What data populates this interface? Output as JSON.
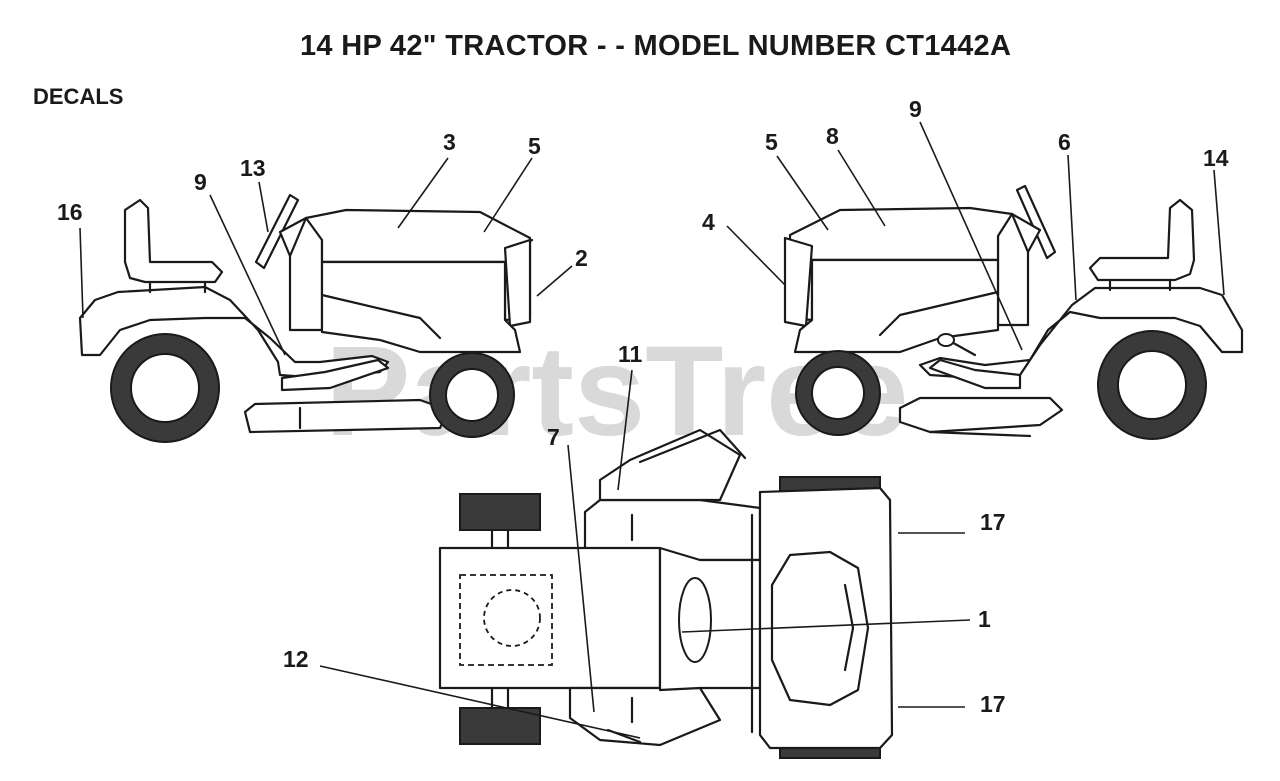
{
  "title": "14 HP 42\" TRACTOR - - MODEL NUMBER CT1442A",
  "section": "DECALS",
  "watermark": "PartsTree",
  "callouts": {
    "left_view": [
      "16",
      "9",
      "13",
      "3",
      "5",
      "2"
    ],
    "right_view": [
      "4",
      "5",
      "8",
      "9",
      "6",
      "14"
    ],
    "top_view": [
      "11",
      "7",
      "17",
      "1",
      "12",
      "17"
    ]
  },
  "colors": {
    "ink": "#1a1a1a",
    "tire": "#3a3a3a",
    "watermark": "#d9d9d9"
  }
}
